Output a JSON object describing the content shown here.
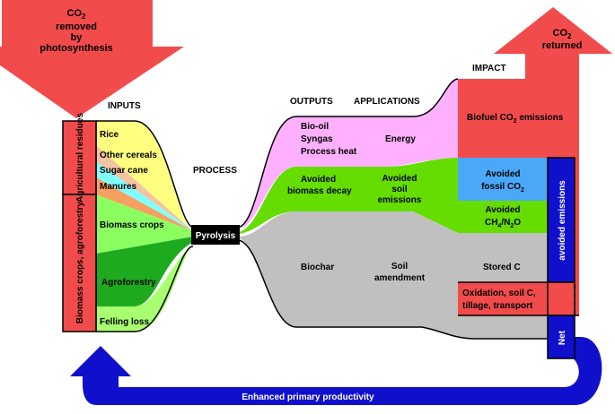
{
  "top_left": {
    "line1_main": "CO",
    "line1_sub": "2",
    "line2": "removed",
    "line3": "by",
    "line4": "photosynthesis"
  },
  "top_right": {
    "line1_main": "CO",
    "line1_sub": "2",
    "line2": "returned"
  },
  "headers": {
    "inputs": "INPUTS",
    "process": "PROCESS",
    "outputs": "OUTPUTS",
    "applications": "APPLICATIONS",
    "impact": "IMPACT"
  },
  "left_groups": {
    "residues": "Agricultural residues",
    "crops": "Biomass crops, agroforestry"
  },
  "inputs": {
    "rice": "Rice",
    "other_cereals_1": "Other cereals",
    "sugar_cane": "Sugar cane",
    "manures": "Manures",
    "biomass_crops": "Biomass crops",
    "agroforestry": "Agroforestry",
    "felling_loss": "Felling loss"
  },
  "process": {
    "pyrolysis": "Pyrolysis"
  },
  "outputs": {
    "bio_oil": "Bio-oil",
    "syngas": "Syngas",
    "process_heat": "Process heat",
    "avoided_decay_1": "Avoided",
    "avoided_decay_2": "biomass decay",
    "biochar": "Biochar"
  },
  "applications": {
    "energy": "Energy",
    "avoided_soil_1": "Avoided",
    "avoided_soil_2": "soil",
    "avoided_soil_3": "emissions",
    "soil_amend_1": "Soil",
    "soil_amend_2": "amendment"
  },
  "impact": {
    "biofuel_main": "Biofuel CO",
    "biofuel_sub": "2",
    "biofuel_tail": " emissions",
    "fossil_1": "Avoided",
    "fossil_2_main": "fossil CO",
    "fossil_2_sub": "2",
    "ch4_1": "Avoided",
    "ch4_2_a": "CH",
    "ch4_2_b": "4",
    "ch4_2_c": "/N",
    "ch4_2_d": "2",
    "ch4_2_e": "O",
    "stored_c": "Stored C",
    "oxidation_1": "Oxidation, soil C,",
    "oxidation_2": "tillage, transport",
    "avoided_emissions": "avoided emissions",
    "net": "Net"
  },
  "bottom": {
    "enhanced": "Enhanced primary productivity"
  },
  "colors": {
    "red": "#f24b4b",
    "yellow": "#ffff80",
    "tan": "#f2c4a0",
    "cyan": "#80ffff",
    "orange": "#f5a060",
    "light_green": "#8cff60",
    "mid_green": "#3ee01e",
    "dark_green": "#1eaa1e",
    "felling_green": "#a8ff70",
    "pink": "#ffb0ff",
    "gray": "#c0c0c0",
    "blue_fossil": "#4aa8f8",
    "lime": "#66dd00",
    "navy": "#1010cc",
    "black": "#000000"
  }
}
